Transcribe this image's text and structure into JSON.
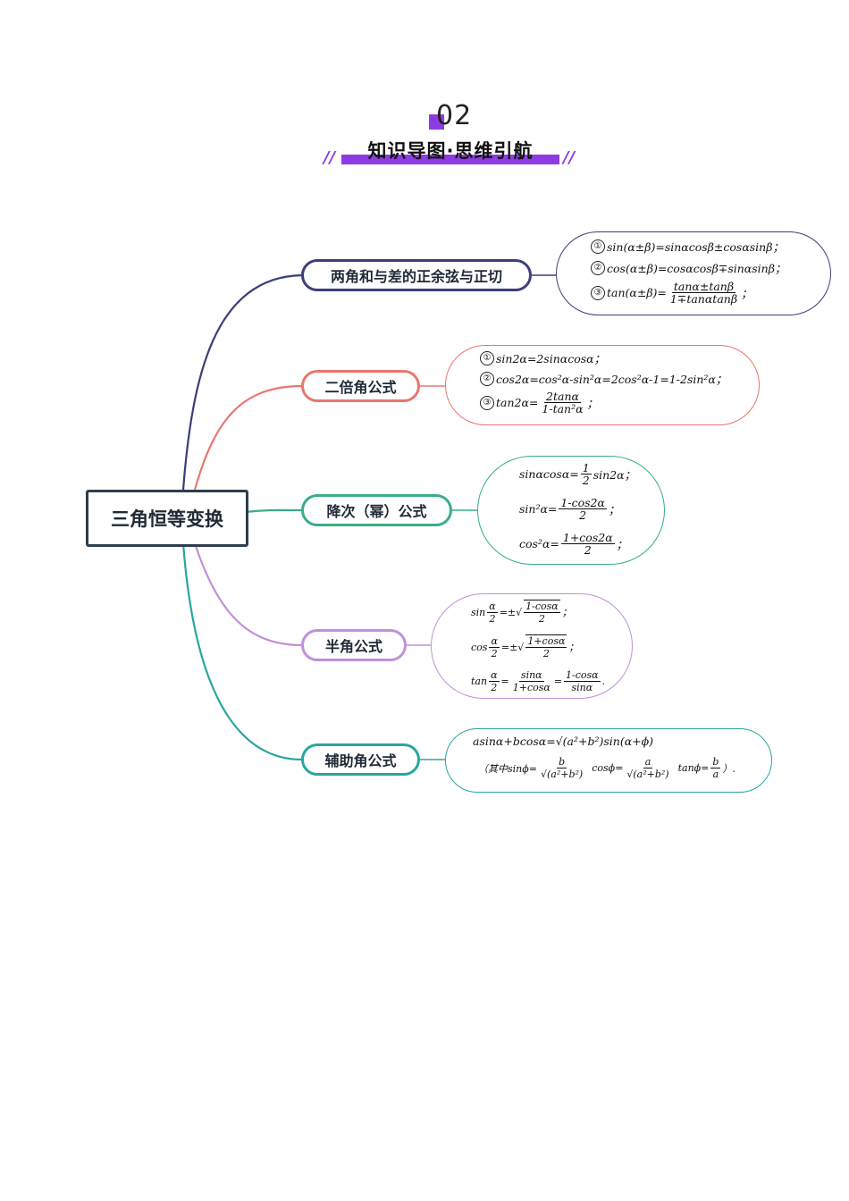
{
  "header": {
    "number": "02",
    "title": "知识导图·思维引航",
    "slash_left": "//",
    "slash_right": "//"
  },
  "colors": {
    "accent": "#8e3be3",
    "root": "#2f3d4e",
    "b1": "#3b3f7a",
    "b2": "#e8776e",
    "b3": "#3aae84",
    "b4": "#c190d8",
    "b5": "#2aa5a0"
  },
  "root": "三角恒等变换",
  "branches": [
    {
      "label": "两角和与差的正余弦与正切",
      "formulas": {
        "c1": "①",
        "f1": "sin(α±β)=sinαcosβ±cosαsinβ；",
        "c2": "②",
        "f2": "cos(α±β)=cosαcosβ∓sinαsinβ；",
        "c3": "③",
        "f3a": "tan(α±β)=",
        "f3n": "tanα±tanβ",
        "f3d": "1∓tanαtanβ",
        "f3e": "；"
      }
    },
    {
      "label": "二倍角公式",
      "formulas": {
        "c1": "①",
        "f1": "sin2α=2sinαcosα；",
        "c2": "②",
        "f2": "cos2α=cos²α-sin²α=2cos²α-1=1-2sin²α；",
        "c3": "③",
        "f3a": "tan2α=",
        "f3n": "2tanα",
        "f3d": "1-tan²α",
        "f3e": "；"
      }
    },
    {
      "label": "降次（幂）公式",
      "formulas": {
        "f1a": "sinαcosα=",
        "f1n": "1",
        "f1d": "2",
        "f1e": "sin2α；",
        "f2a": "sin²α=",
        "f2n": "1-cos2α",
        "f2d": "2",
        "f2e": "；",
        "f3a": "cos²α=",
        "f3n": "1+cos2α",
        "f3d": "2",
        "f3e": "；"
      }
    },
    {
      "label": "半角公式",
      "formulas": {
        "f1a": "sin",
        "f1an": "α",
        "f1ad": "2",
        "f1b": "=±√",
        "f1n": "1-cosα",
        "f1d": "2",
        "f1e": "；",
        "f2a": "cos",
        "f2an": "α",
        "f2ad": "2",
        "f2b": "=±√",
        "f2n": "1+cosα",
        "f2d": "2",
        "f2e": "；",
        "f3a": "tan",
        "f3an": "α",
        "f3ad": "2",
        "f3n1": "sinα",
        "f3d1": "1+cosα",
        "f3n2": "1-cosα",
        "f3d2": "sinα",
        "f3e": "."
      }
    },
    {
      "label": "辅助角公式",
      "formulas": {
        "f1": "asinα+bcosα=√(a²+b²)sin(α+ϕ)",
        "f2a": "（其中sinϕ=",
        "f2n1": "b",
        "f2d1": "√(a²+b²)",
        "f2b": "cosϕ=",
        "f2n2": "a",
        "f2d2": "√(a²+b²)",
        "f2c": "tanϕ=",
        "f2n3": "b",
        "f2d3": "a",
        "f2e": "）."
      }
    }
  ]
}
